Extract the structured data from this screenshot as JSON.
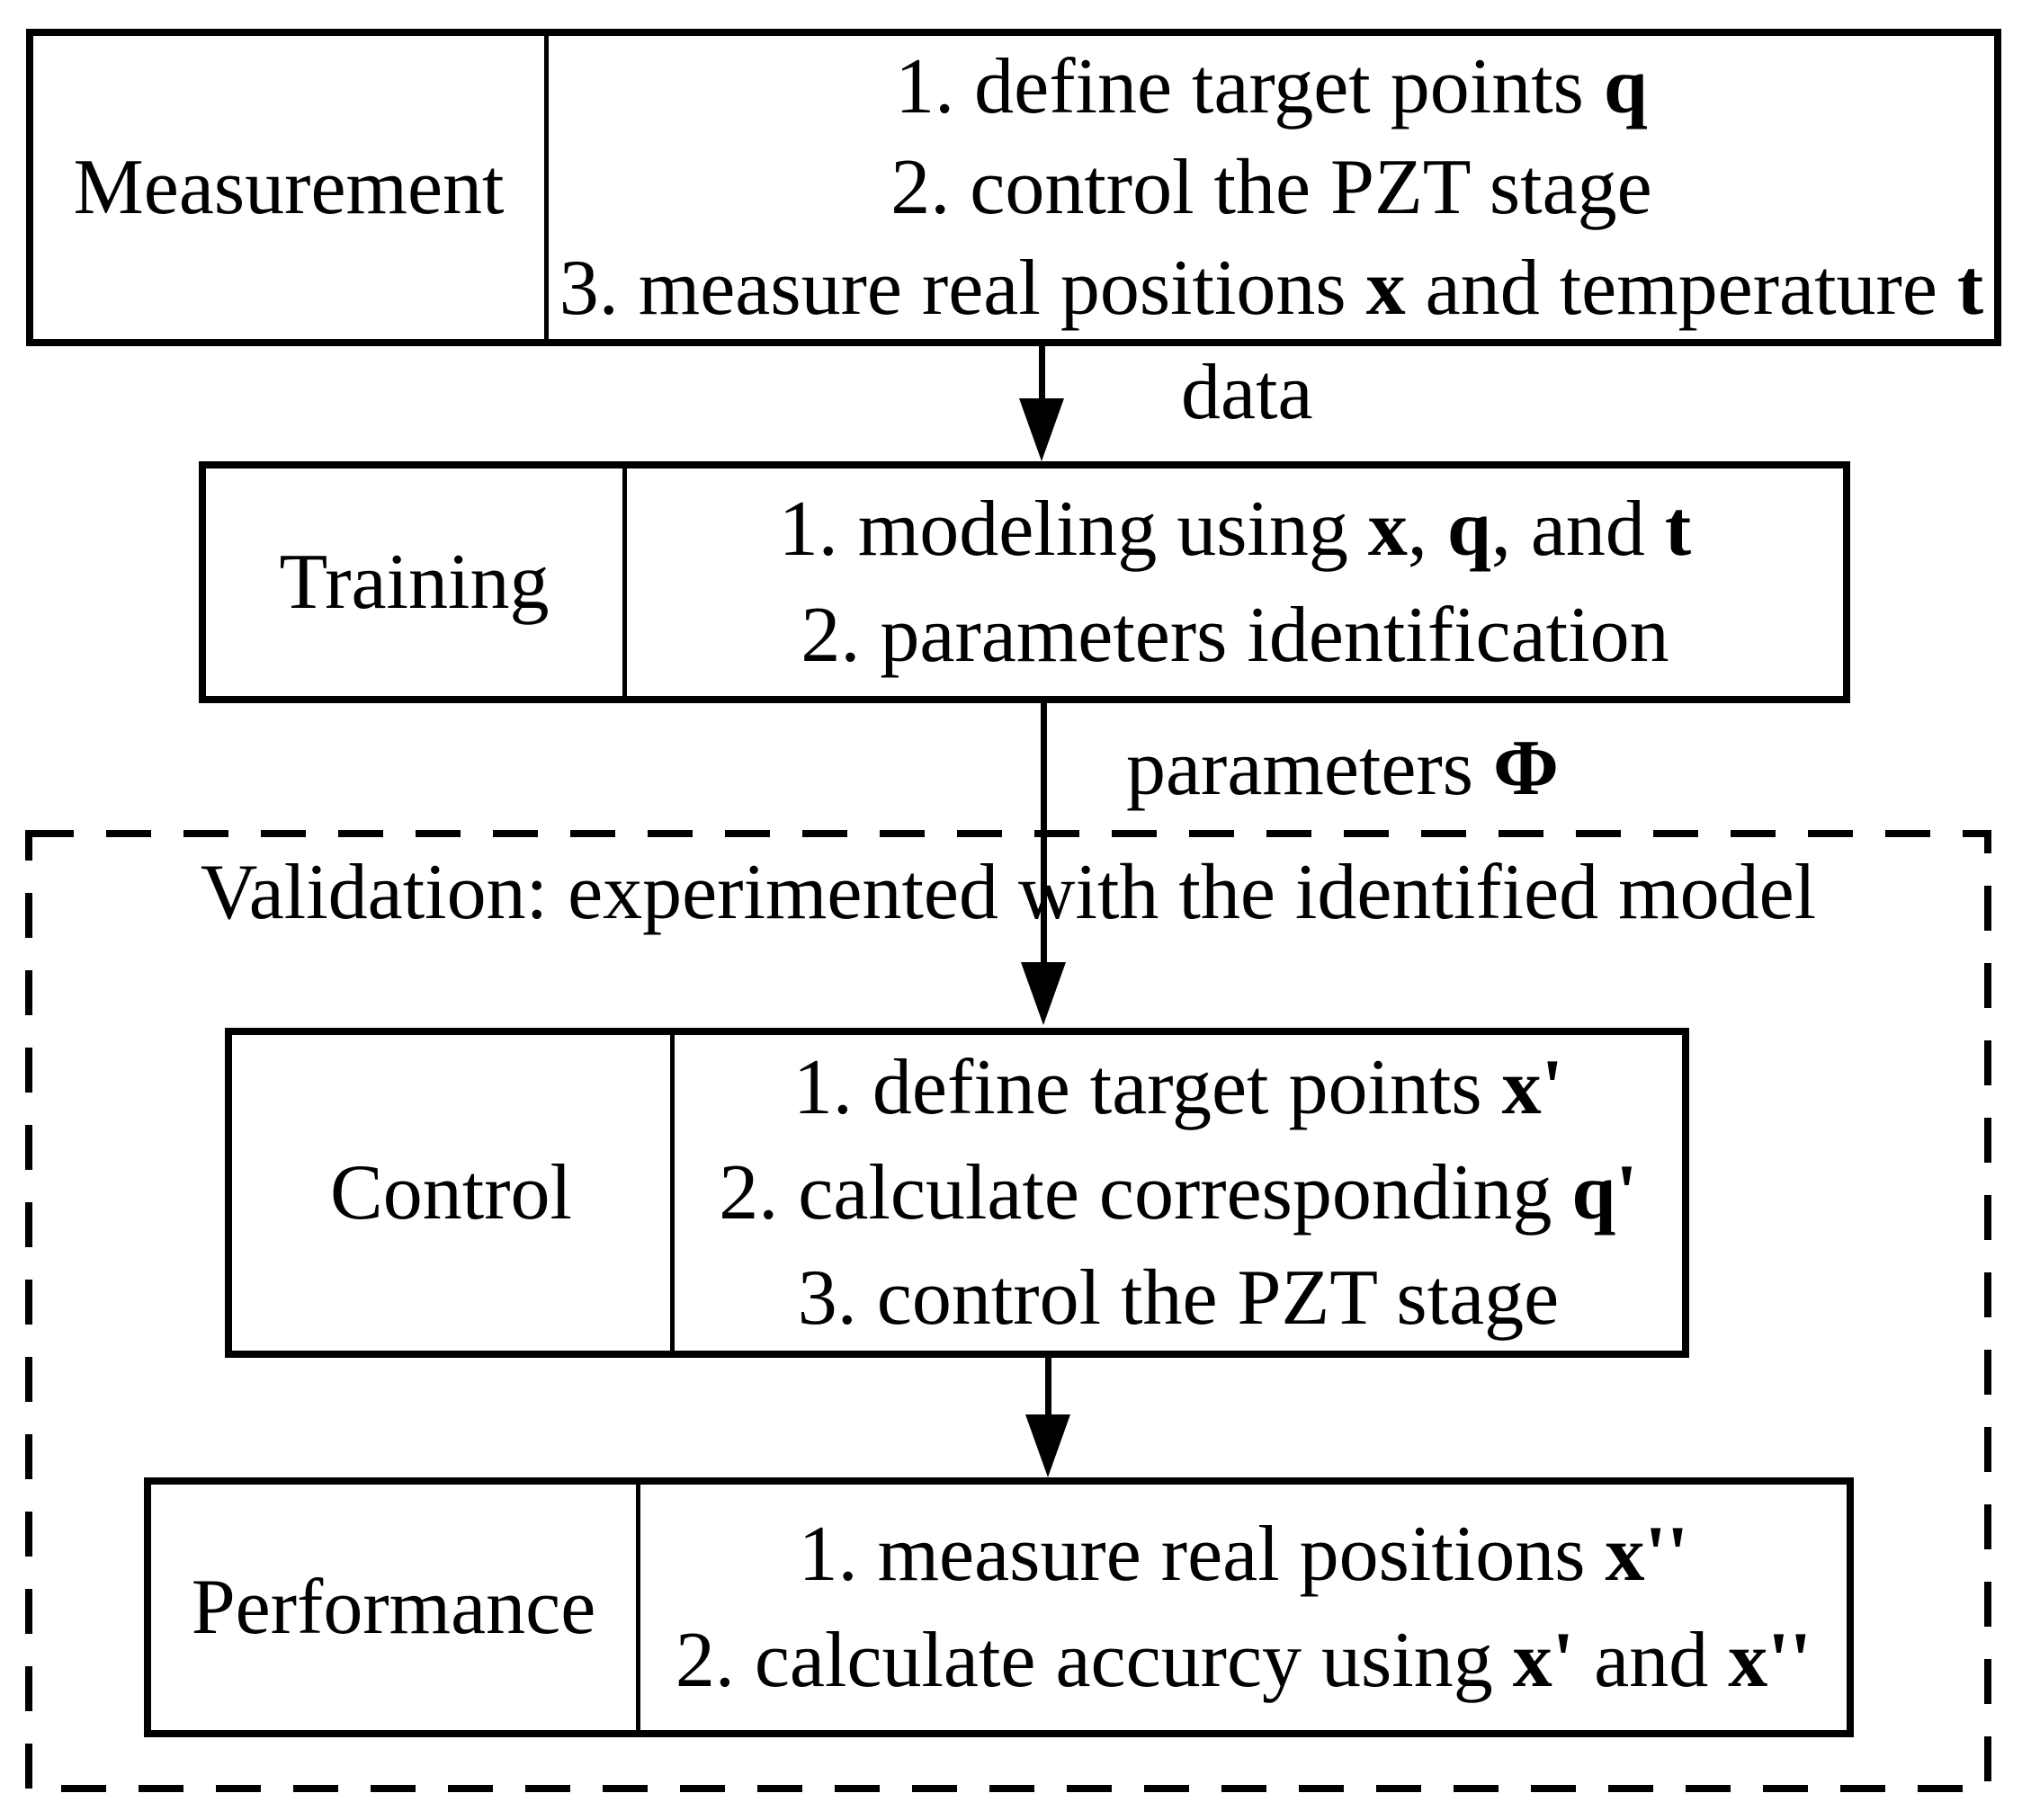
{
  "colors": {
    "ink": "#000000",
    "background": "#ffffff"
  },
  "boxes": {
    "measurement": {
      "label": "Measurement",
      "steps": [
        [
          {
            "t": "1. define target points "
          },
          {
            "t": "q",
            "b": true
          }
        ],
        [
          {
            "t": "2. control the PZT stage"
          }
        ],
        [
          {
            "t": "3. measure real positions "
          },
          {
            "t": "x",
            "b": true
          },
          {
            "t": " and temperature "
          },
          {
            "t": "t",
            "b": true
          }
        ]
      ]
    },
    "training": {
      "label": "Training",
      "steps": [
        [
          {
            "t": "1. modeling using "
          },
          {
            "t": "x",
            "b": true
          },
          {
            "t": ", "
          },
          {
            "t": "q",
            "b": true
          },
          {
            "t": ", and "
          },
          {
            "t": "t",
            "b": true
          }
        ],
        [
          {
            "t": "2. parameters identification"
          }
        ]
      ]
    },
    "control": {
      "label": "Control",
      "steps": [
        [
          {
            "t": "1. define target points "
          },
          {
            "t": "x'",
            "b": true
          }
        ],
        [
          {
            "t": "2. calculate corresponding "
          },
          {
            "t": "q'",
            "b": true
          }
        ],
        [
          {
            "t": "3. control the PZT stage"
          }
        ]
      ]
    },
    "performance": {
      "label": "Performance",
      "steps": [
        [
          {
            "t": "1. measure real positions "
          },
          {
            "t": "x''",
            "b": true
          }
        ],
        [
          {
            "t": "2. calculate accurcy using "
          },
          {
            "t": "x'",
            "b": true
          },
          {
            "t": " and "
          },
          {
            "t": "x''",
            "b": true
          }
        ]
      ]
    }
  },
  "arrows": {
    "data_label": [
      {
        "t": "data"
      }
    ],
    "parameters_label": [
      {
        "t": "parameters "
      },
      {
        "t": "Φ",
        "b": true
      }
    ]
  },
  "validation": {
    "title": "Validation: experimented with the identified model"
  }
}
